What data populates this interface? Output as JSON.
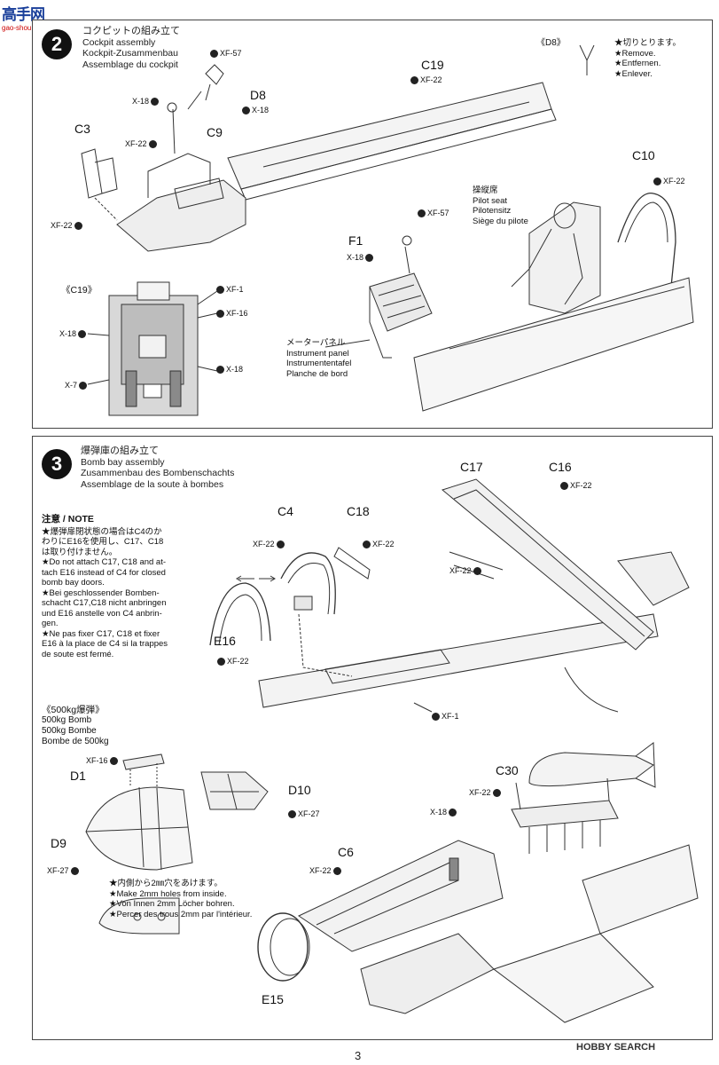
{
  "logo": {
    "main": "高手网",
    "sub": "gao-shou.com"
  },
  "step2": {
    "number": "2",
    "title_jp": "コクピットの組み立て",
    "title_en": "Cockpit assembly",
    "title_de": "Kockpit-Zusammenbau",
    "title_fr": "Assemblage du cockpit",
    "d8_label": "《D8》",
    "remove_notes": [
      "★切りとります。",
      "★Remove.",
      "★Entfernen.",
      "★Enlever."
    ],
    "parts": {
      "C19": "C19",
      "D8": "D8",
      "C9": "C9",
      "C3": "C3",
      "C10": "C10",
      "F1": "F1"
    },
    "paints": {
      "xf57a": "XF-57",
      "x18a": "X-18",
      "x18b": "X-18",
      "xf22a": "XF-22",
      "xf22b": "XF-22",
      "xf22c": "XF-22",
      "xf22d": "XF-22",
      "xf57b": "XF-57",
      "x18c": "X-18"
    },
    "pilot": [
      "操縦席",
      "Pilot seat",
      "Pilotensitz",
      "Siège du pilote"
    ],
    "panel": [
      "メーターパネル",
      "Instrument panel",
      "Instrumententafel",
      "Planche de bord"
    ],
    "c19_inset": {
      "label": "《C19》",
      "xf1": "XF-1",
      "xf16": "XF-16",
      "x18l": "X-18",
      "x18r": "X-18",
      "x7": "X-7"
    }
  },
  "step3": {
    "number": "3",
    "title_jp": "爆弾庫の組み立て",
    "title_en": "Bomb bay assembly",
    "title_de": "Zusammenbau des Bombenschachts",
    "title_fr": "Assemblage de la soute à bombes",
    "note_head": "注意 / NOTE",
    "note_lines": [
      "★爆弾扉閉状態の場合はC4のか",
      "わりにE16を使用し、C17、C18",
      "は取り付けません。",
      "★Do not attach C17, C18 and at-",
      "tach E16 instead of C4 for closed",
      "bomb bay doors.",
      "★Bei geschlossender Bomben-",
      "schacht C17,C18 nicht anbringen",
      "und E16 anstelle von C4 anbrin-",
      "gen.",
      "★Ne pas fixer C17, C18 et fixer",
      "E16 à la place de C4 si la trappes",
      "de soute est fermé."
    ],
    "parts": {
      "C17": "C17",
      "C16": "C16",
      "C4": "C4",
      "C18": "C18",
      "E16": "E16",
      "D1": "D1",
      "D10": "D10",
      "D9": "D9",
      "C30": "C30",
      "C6": "C6",
      "E15": "E15"
    },
    "paints": {
      "xf22a": "XF-22",
      "xf22b": "XF-22",
      "xf22c": "XF-22",
      "xf22d": "XF-22",
      "xf22e": "XF-22",
      "xf1": "XF-1",
      "xf16": "XF-16",
      "xf27a": "XF-27",
      "xf27b": "XF-27",
      "xf22f": "XF-22",
      "x18": "X-18",
      "xf22g": "XF-22"
    },
    "bomb_head": "《500kg爆弾》",
    "bomb_en": "500kg Bomb",
    "bomb_de": "500kg Bombe",
    "bomb_fr": "Bombe de 500kg",
    "holes": [
      "★内側から2㎜穴をあけます。",
      "★Make 2mm holes from inside.",
      "★Von Innen 2mm Löcher bohren.",
      "★Percer des trous 2mm par l'intérieur."
    ]
  },
  "footer": {
    "brand": "HOBBY SEARCH",
    "page": "3"
  }
}
